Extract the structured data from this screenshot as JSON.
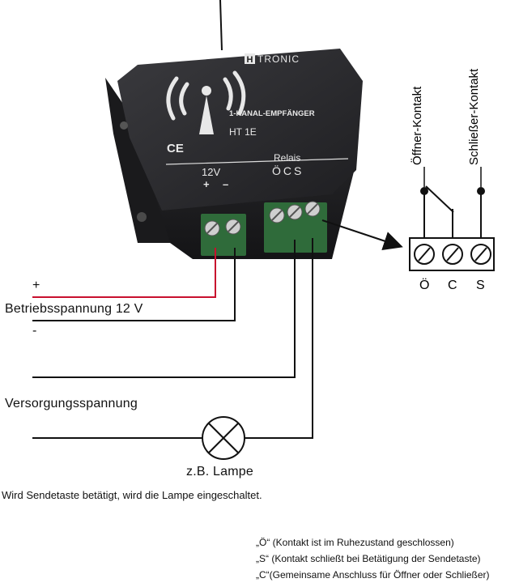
{
  "device": {
    "brand_letter": "H",
    "brand_name": "TRONIC",
    "model_title": "1-KANAL-EMPFÄNGER",
    "model_code": "HT 1E",
    "ce_mark": "CE",
    "voltage_label": "12V",
    "polarity_plus": "+",
    "polarity_minus": "–",
    "relais_label": "Relais",
    "relais_terminals": "ÖCS",
    "antenna_icon": "radio-wave-antenna-icon"
  },
  "contact_block": {
    "opener_label": "Öffner-Kontakt",
    "closer_label": "Schließer-Kontakt",
    "terminal_o": "Ö",
    "terminal_c": "C",
    "terminal_s": "S"
  },
  "wiring": {
    "plus_sign": "+",
    "minus_sign": "-",
    "operating_voltage": "Betriebsspannung 12 V",
    "supply_voltage": "Versorgungsspannung",
    "lamp_label": "z.B. Lampe"
  },
  "colors": {
    "plus_wire": "#c8102e",
    "wire": "#111111",
    "device_body": "#2a2a2d",
    "pcb": "#2f6b3a"
  },
  "notes": {
    "sentence": "Wird Sendetaste betätigt, wird die Lampe eingeschaltet.",
    "legend_o": "„Ö“ (Kontakt ist im Ruhezustand geschlossen)",
    "legend_s": "„S“ (Kontakt schließt bei Betätigung der Sendetaste)",
    "legend_c": "„C“(Gemeinsame Anschluss für Öffner oder Schließer)"
  }
}
